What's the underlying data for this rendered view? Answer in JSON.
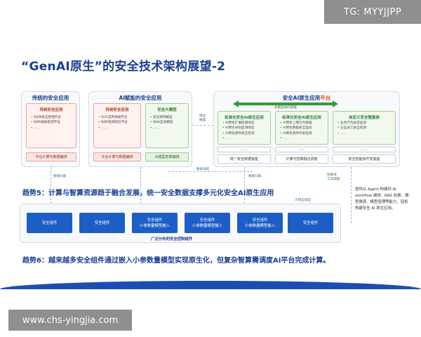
{
  "watermark_top": "TG: MYYJJPP",
  "watermark_bottom": "www.chs-yingjia.com",
  "title": "“GenAI原生”的安全技术架构展望-2",
  "panel1": {
    "title": "传统的安全应用",
    "sub": {
      "title": "传统安全应用",
      "bullets": [
        "SIEM安全管理平台",
        "NDR威胁检测平台",
        "……"
      ]
    },
    "bottom": "平台计算与数据编排"
  },
  "panel2": {
    "title": "AI赋能的安全应用",
    "sub_left": {
      "title": "传统安全应用",
      "bullets": [
        "SOC态势感知平台",
        "NDR检测响应平台",
        "……"
      ]
    },
    "sub_right": {
      "title": "安全大模型",
      "bullets": [
        "安全研判模型",
        "Web监测模型",
        "……"
      ]
    },
    "bottom_left": "平台计算与数据编排",
    "bottom_right": "大模型智算编排"
  },
  "panel3": {
    "title_prefix": "安全AI原生应用",
    "title_accent": "平台",
    "arrow_label": "多模型协同调度",
    "col1": {
      "title": "标准化安全AI原生应用",
      "bullets": [
        "AI原生扩展检测响应",
        "AI原生身份监测响应",
        "AI原生邮件安全检测",
        "……"
      ]
    },
    "col2": {
      "title": "标准化安全AI原生应用",
      "bullets": [
        "AI原生上网行为管理",
        "AI原生数据安全监控",
        "AI原生邮件开发检测",
        "……"
      ]
    },
    "col3": {
      "title": "自定义安全智能体",
      "bullets": [
        "业务行为异常监测",
        "企业员工安全检测",
        "……"
      ]
    },
    "dots": [
      "……",
      "……",
      "……"
    ],
    "bottom": [
      "统一安全数据底座",
      "计算与智算融合调度",
      "安全智能体开发底座"
    ]
  },
  "labels": {
    "data_dispatch_1": "数据归集",
    "data_dispatch_2": "数据归集",
    "data_dispatch_3": "数据调度",
    "model_inference": "模型\n推理",
    "agent_workflow": "智能体\n工具调度",
    "model_dispatch": "大模型调度"
  },
  "trend5": "趋势5：计算与智算资源趋于融合发展，统一安全数据支撑多元化安全AI原生应用",
  "trend6": "趋势6：越来越多安全组件通过嵌入小参数量模型实现原生化，但复杂智算需调度AI平台完成计算。",
  "chips": [
    {
      "line1": "安全组件",
      "line2": ""
    },
    {
      "line1": "安全组件",
      "line2": ""
    },
    {
      "line1": "安全组件",
      "line2": "小参数量模型嵌入"
    },
    {
      "line1": "安全组件",
      "line2": "小参数量模型嵌入"
    },
    {
      "line1": "安全组件",
      "line2": "小参数量模型嵌入"
    },
    {
      "line1": "安全组件",
      "line2": ""
    }
  ],
  "bottom_panel_label": "广泛分布的安全控制组件",
  "side_note": "提供从 Agent 构建到 AI workflow 编排、RAG 检索、模型微调、模型管理等能力，轻松构建安全 AI 原生应用。",
  "colors": {
    "primary": "#1b3f94",
    "chip": "#1d5ec6",
    "accent_red": "#e6502e",
    "accent_green": "#2e9b3a"
  }
}
